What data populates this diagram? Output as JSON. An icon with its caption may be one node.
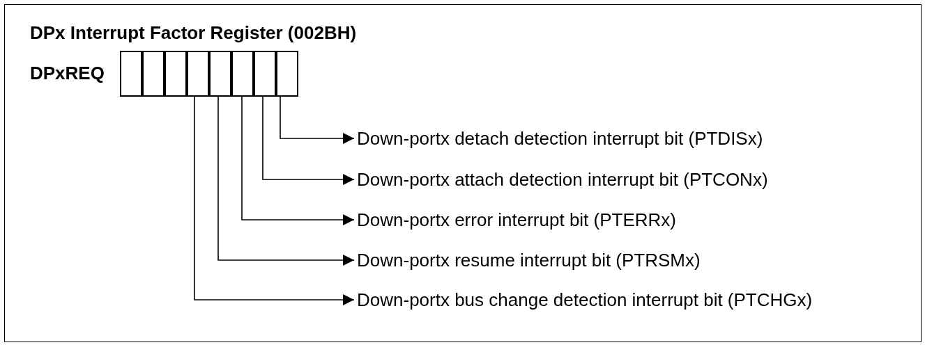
{
  "diagram": {
    "title": "DPx Interrupt Factor Register (002BH)",
    "nodes": [
      {
        "text": [],
        "shape": "box"
      },
      {
        "text": [],
        "shape": "box"
      },
      {
        "text": [],
        "shape": "box"
      },
      {
        "text": [],
        "shape": "box"
      },
      {
        "text": [],
        "shape": "box"
      },
      {
        "text": [],
        "shape": "box"
      },
      {
        "text": [],
        "shape": "box"
      },
      {
        "text": [],
        "shape": "box"
      },
      {
        "text": [
          "Down-portx detach detection interrupt bit (PTDISx)"
        ]
      },
      {
        "text": [
          "Down-portx attach detection interrupt bit (PTCONx)"
        ]
      },
      {
        "text": [
          "Down-portx error interrupt bit (PTERRx)"
        ]
      },
      {
        "text": [
          "Down-portx resume interrupt bit (PTRSMx)"
        ]
      },
      {
        "text": [
          "Down-portx bus change detection interrupt bit (PTCHGx)"
        ]
      }
    ],
    "edges": [
      {
        "from": 7,
        "to": 8,
        "arrow": "to"
      },
      {
        "from": 6,
        "to": 9,
        "arrow": "to"
      },
      {
        "from": 5,
        "to": 10,
        "arrow": "to"
      },
      {
        "from": 4,
        "to": 11,
        "arrow": "to"
      },
      {
        "from": 3,
        "to": 12,
        "arrow": "to"
      }
    ],
    "labels": [
      "DPxREQ"
    ]
  }
}
